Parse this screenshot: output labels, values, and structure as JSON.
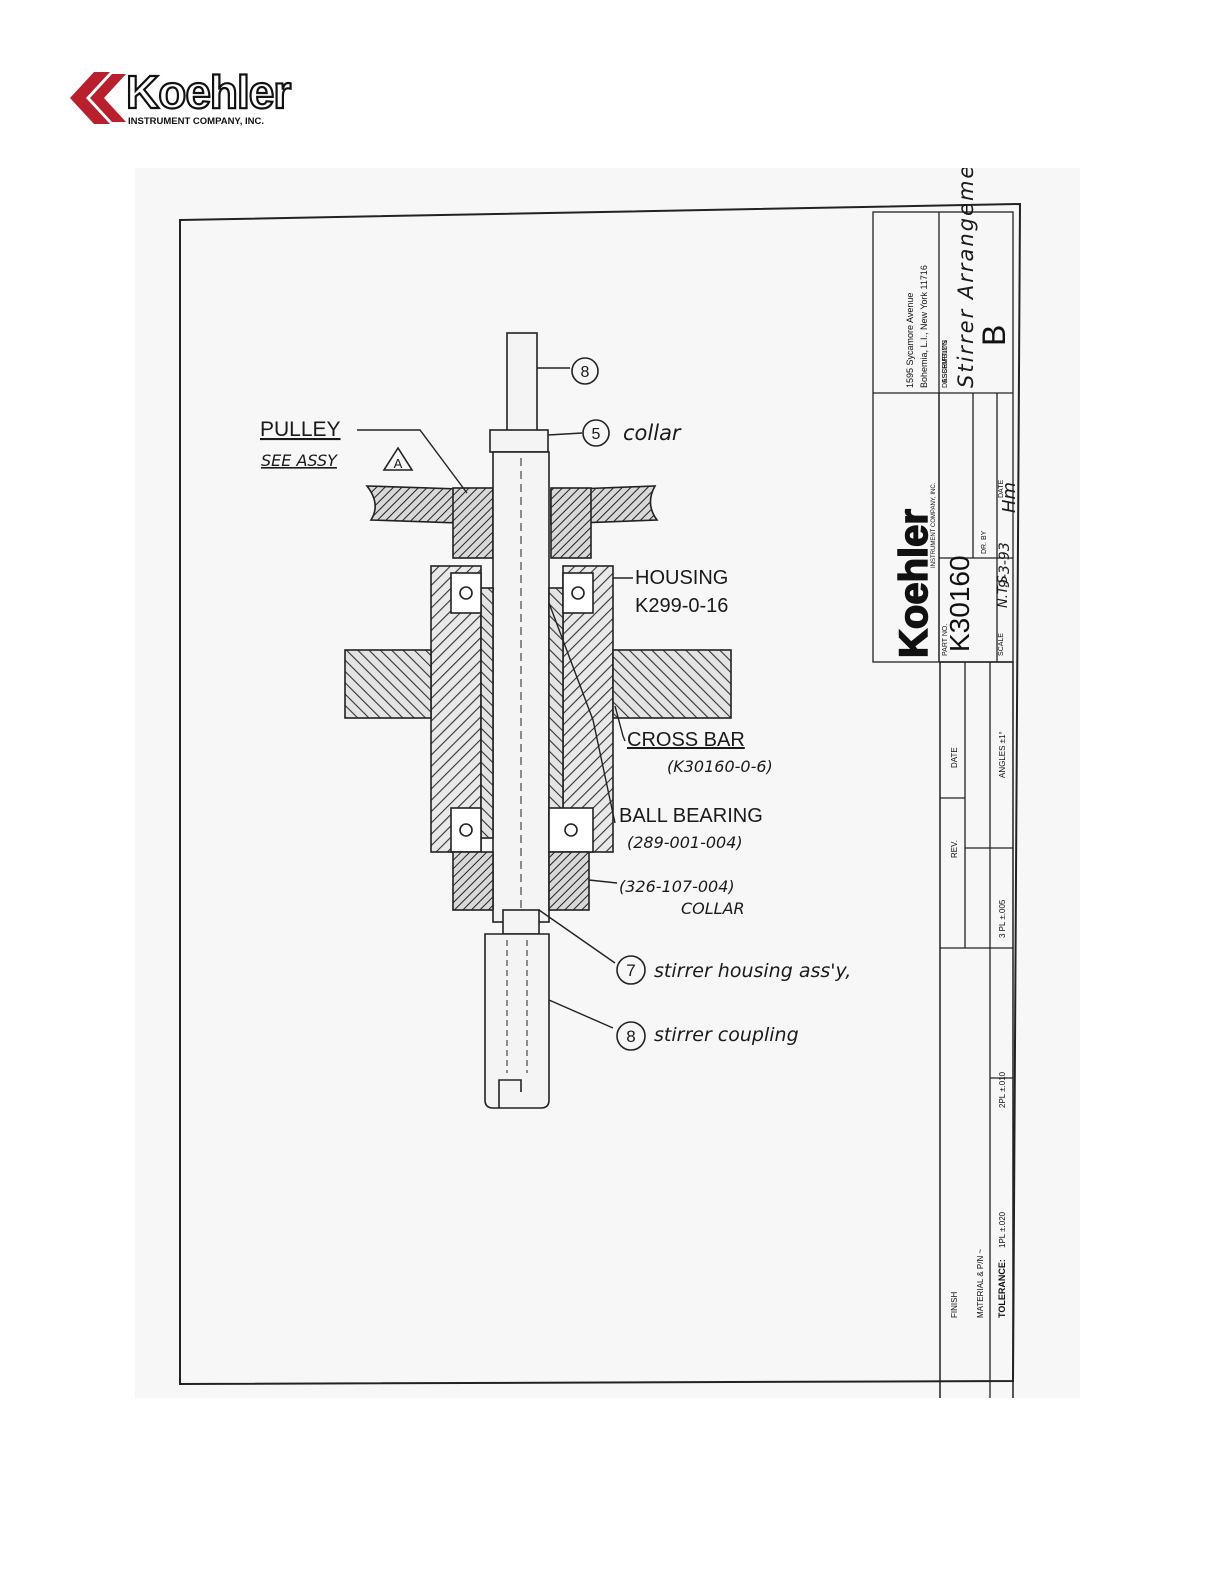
{
  "logo": {
    "wordmark": "Koehler",
    "subtitle": "INSTRUMENT COMPANY, INC."
  },
  "callouts": {
    "top_item": "8",
    "collar_item": "5",
    "collar_text": "collar",
    "pulley_text": "PULLEY",
    "pulley_see": "SEE ASSY",
    "pulley_ref": "A",
    "housing_text": "HOUSING",
    "housing_part": "K299-0-16",
    "crossbar_text": "CROSS BAR",
    "crossbar_part": "(K30160-0-6)",
    "bearing_text": "BALL BEARING",
    "bearing_part": "(289-001-004)",
    "collar2_part": "(326-107-004)",
    "collar2_text": "COLLAR",
    "item7": "7",
    "item7_text": "stirrer housing ass'y,",
    "item8": "8",
    "item8_text": "stirrer coupling"
  },
  "title_block": {
    "company": "Koehler",
    "company_sub": "INSTRUMENT COMPANY, INC.",
    "address1": "1595 Sycamore Avenue",
    "address2": "Bohemia, L.I., New York 11716",
    "desc_label": "DESCRIPTION",
    "description": "Stirrer Arrangement",
    "part_label": "PART NO.",
    "part_no": "K30160",
    "dr_label": "DR. BY",
    "dr_by": "Hm",
    "assembly_label": "ASSEMBLY'S",
    "assembly_value": "B",
    "scale_label": "SCALE",
    "scale_value": "N.T.S",
    "date_label": "DATE",
    "date_value": "9-3-93",
    "rev_label": "REV.",
    "date2_label": "DATE",
    "finish_label": "FINISH",
    "material_label": "MATERIAL & P/N ~",
    "tolerance_label": "TOLERANCE:",
    "tol_1pl": "1PL  ±.020",
    "tol_2pl": "2PL  ±.010",
    "tol_3pl": "3 PL  ±.005",
    "angles": "ANGLES  ±1°"
  }
}
